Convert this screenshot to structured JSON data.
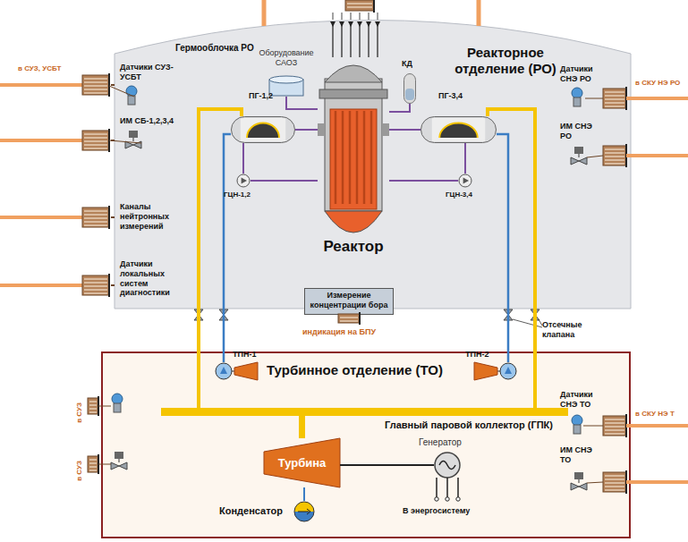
{
  "diagram": {
    "nodes": [
      {
        "text": [
          "Гермооблочка РО",
          "Реакторное отделение (РО)"
        ]
      },
      {
        "text": [
          "Оборудование САОЗ"
        ],
        "in": 0
      },
      {
        "text": [
          "КД"
        ],
        "in": 0
      },
      {
        "text": [
          "ПГ-1,2"
        ],
        "in": 0
      },
      {
        "text": [
          "Реактор"
        ],
        "in": 0
      },
      {
        "text": [
          "ПГ-3,4"
        ],
        "in": 0
      },
      {
        "text": [
          "ГЦН-1,2"
        ],
        "in": 0
      },
      {
        "text": [
          "ГЦН-3,4"
        ],
        "in": 0
      },
      {
        "text": [
          "Измерение концентрации бора"
        ],
        "in": 0
      },
      {
        "text": [
          "Турбинное отделение (ТО)"
        ]
      },
      {
        "text": [
          "ТПН-1"
        ],
        "in": 9
      },
      {
        "text": [
          "ТПН-2"
        ],
        "in": 9
      },
      {
        "text": [
          "Главный паровой коллектор (ГПК)"
        ],
        "in": 9
      },
      {
        "text": [
          "Турбина"
        ],
        "in": 9
      },
      {
        "text": [
          "Генератор"
        ],
        "in": 9
      },
      {
        "text": [
          "Конденсатор"
        ],
        "in": 9
      }
    ],
    "edges": [
      {
        "from": 3,
        "to": 4,
        "arrow": "none"
      },
      {
        "from": 3,
        "to": 6,
        "arrow": "none"
      },
      {
        "from": 6,
        "to": 4,
        "arrow": "none"
      },
      {
        "from": 5,
        "to": 4,
        "arrow": "none"
      },
      {
        "from": 5,
        "to": 7,
        "arrow": "none"
      },
      {
        "from": 7,
        "to": 4,
        "arrow": "none"
      },
      {
        "from": 2,
        "to": 4,
        "arrow": "none"
      },
      {
        "from": 1,
        "to": 4,
        "arrow": "none"
      },
      {
        "from": 3,
        "to": 12,
        "arrow": "none"
      },
      {
        "from": 5,
        "to": 12,
        "arrow": "none"
      },
      {
        "from": 10,
        "to": 3,
        "arrow": "none"
      },
      {
        "from": 11,
        "to": 5,
        "arrow": "none"
      },
      {
        "from": 12,
        "to": 13,
        "arrow": "none"
      },
      {
        "from": 13,
        "to": 14,
        "arrow": "none"
      },
      {
        "from": 13,
        "to": 15,
        "arrow": "none"
      }
    ],
    "labels": [
      "Датчики СУЗ-УСБТ",
      "в СУЗ, УСБТ",
      "ИМ СБ-1,2,3,4",
      "Каналы нейтронных измерений",
      "Датчики локальных систем диагностики",
      "Датчики СНЭ РО",
      "в СКУ НЭ РО",
      "ИМ СНЭ РО",
      "индикация на БПУ",
      "Отсечные клапана",
      "Датчики СНЭ ТО",
      "в СКУ НЭ Т",
      "ИМ СНЭ ТО",
      "в СУЗ",
      "в СУЗ",
      "В энергосистему"
    ]
  }
}
